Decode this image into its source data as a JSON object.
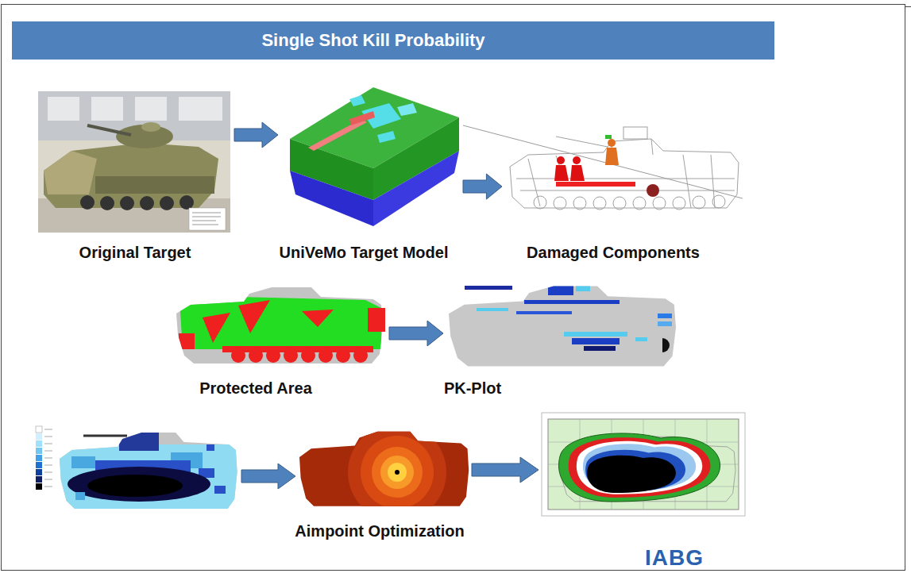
{
  "diagram": {
    "title": "Single Shot Kill Probability",
    "nodes": [
      {
        "text": [
          "Original Target"
        ]
      },
      {
        "text": [
          "UniVeMo Target Model"
        ]
      },
      {
        "text": [
          "Damaged Components"
        ]
      },
      {
        "text": [
          "Protected Area"
        ]
      },
      {
        "text": [
          "PK-Plot"
        ]
      },
      {
        "text": [
          "Aimpoint Optimization"
        ]
      }
    ],
    "edges": [
      {
        "from": 0,
        "to": 1,
        "arrow": "to"
      },
      {
        "from": 1,
        "to": 2,
        "arrow": "to"
      },
      {
        "from": 3,
        "to": 4,
        "arrow": "to"
      }
    ],
    "labels": [
      "IABG"
    ]
  }
}
